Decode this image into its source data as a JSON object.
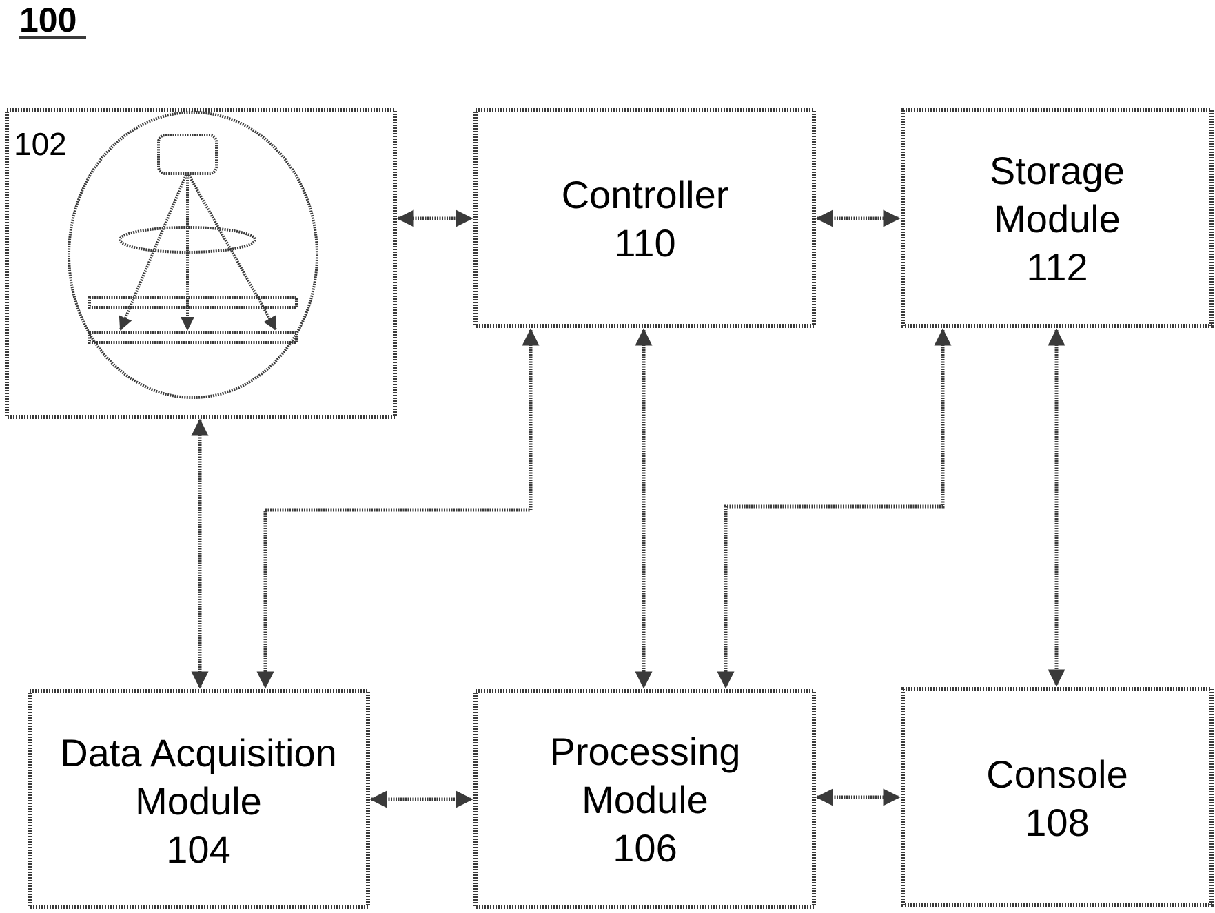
{
  "figure_number": "100",
  "scanner": {
    "ref": "102"
  },
  "controller": {
    "line1": "Controller",
    "line2": "110"
  },
  "storage": {
    "line1": "Storage",
    "line2": "Module",
    "line3": "112"
  },
  "acquisition": {
    "line1": "Data Acquisition",
    "line2": "Module",
    "line3": "104"
  },
  "processing": {
    "line1": "Processing",
    "line2": "Module",
    "line3": "106"
  },
  "console": {
    "line1": "Console",
    "line2": "108"
  }
}
